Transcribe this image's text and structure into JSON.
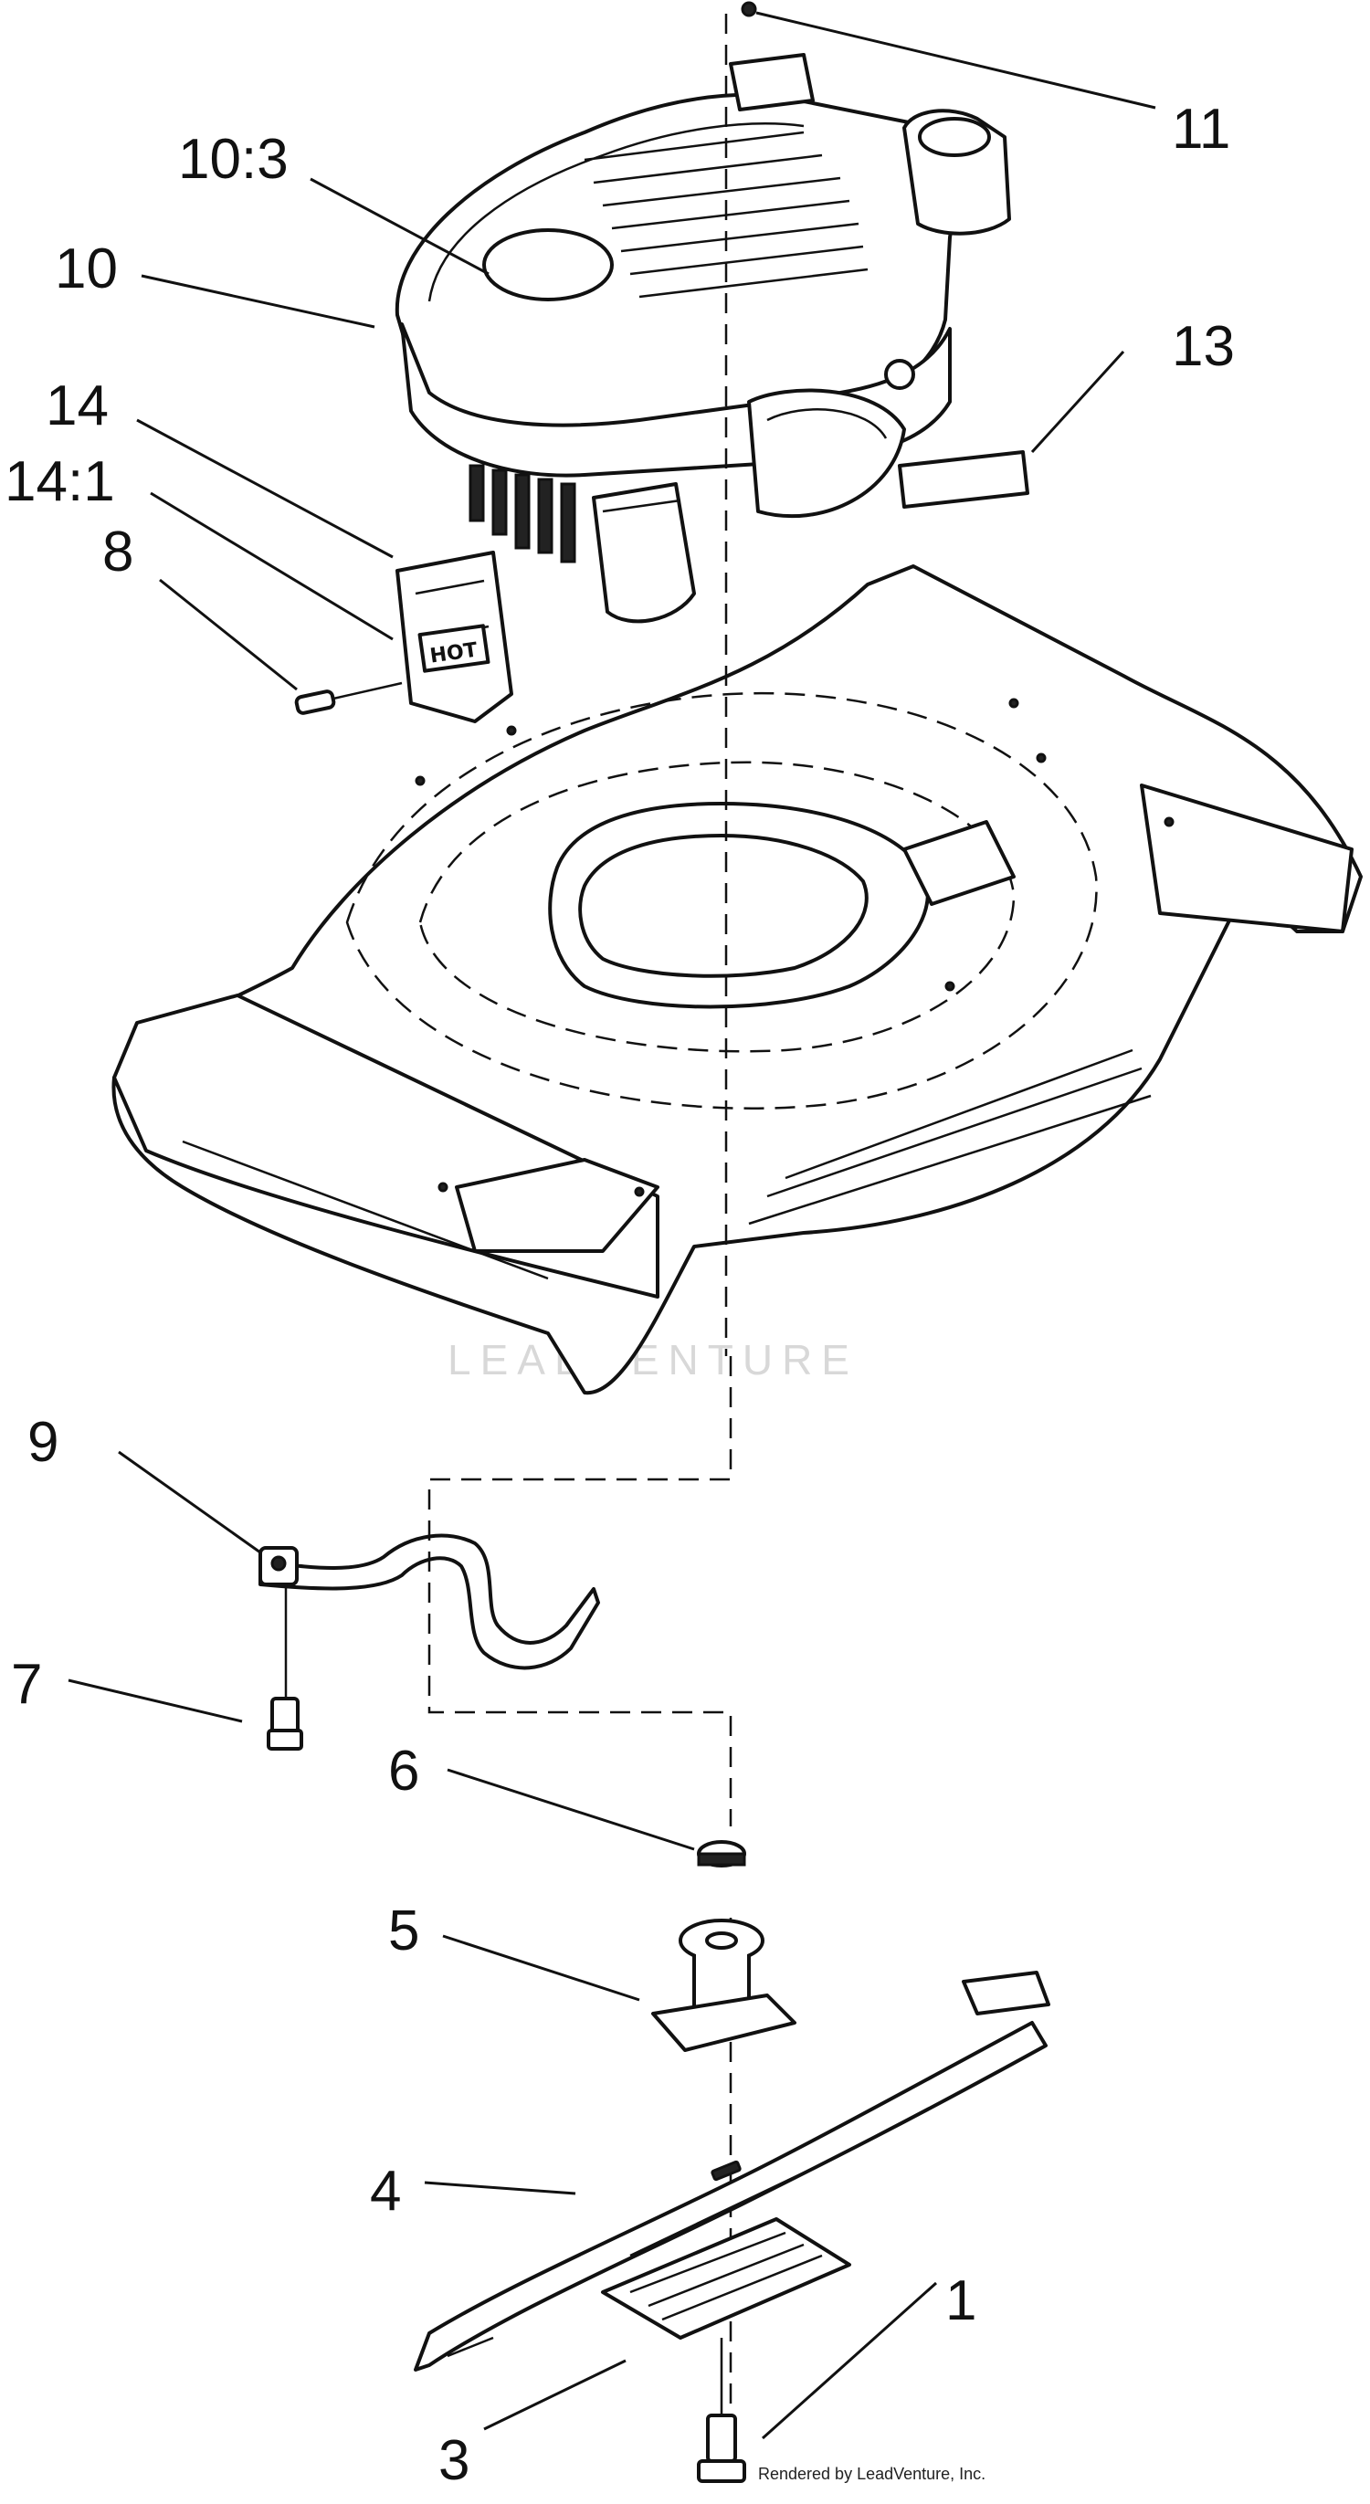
{
  "callouts": {
    "c11": "11",
    "c10_3": "10:3",
    "c10": "10",
    "c13": "13",
    "c14": "14",
    "c14_1": "14:1",
    "c8": "8",
    "c9": "9",
    "c7": "7",
    "c6": "6",
    "c5": "5",
    "c4": "4",
    "c1": "1",
    "c3": "3"
  },
  "decal_text": "HOT",
  "watermark": "LEADVENTURE",
  "credit": "Rendered by LeadVenture, Inc."
}
